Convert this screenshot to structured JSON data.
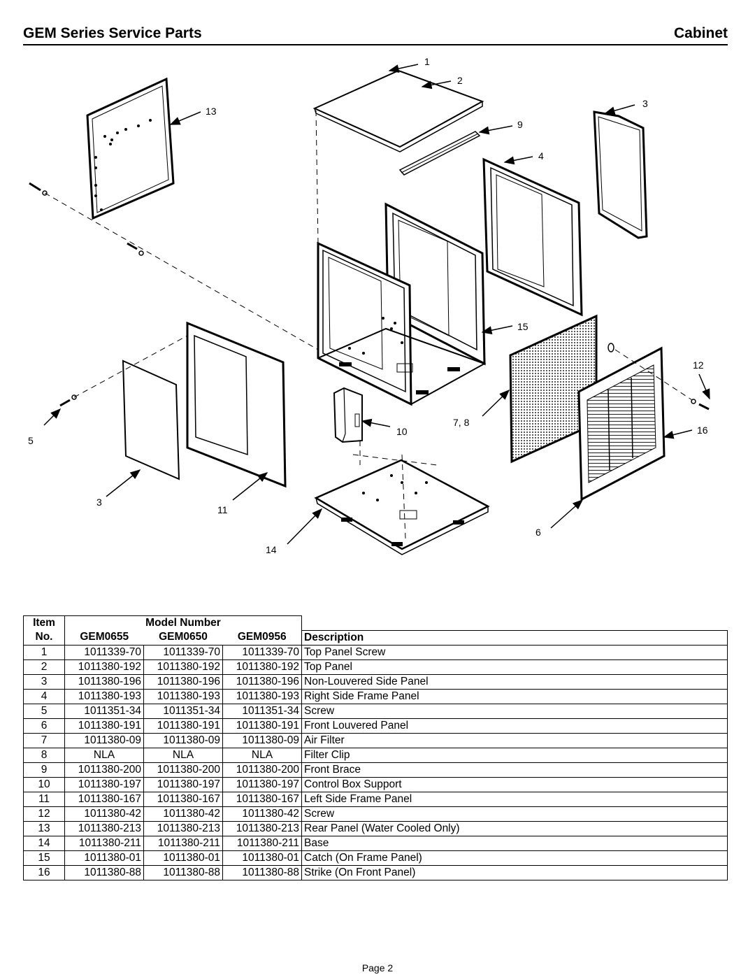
{
  "header": {
    "title": "GEM Series Service Parts",
    "section": "Cabinet"
  },
  "diagram": {
    "callouts": [
      "1",
      "2",
      "3",
      "13",
      "9",
      "4",
      "15",
      "12",
      "7, 8",
      "10",
      "16",
      "5",
      "3",
      "11",
      "6",
      "14"
    ]
  },
  "table": {
    "item_label": "Item",
    "no_label": "No.",
    "model_label": "Model Number",
    "models": [
      "GEM0655",
      "GEM0650",
      "GEM0956"
    ],
    "description_label": "Description",
    "rows": [
      {
        "item": "1",
        "m1": "1011339-70",
        "m2": "1011339-70",
        "m3": "1011339-70",
        "desc": "Top Panel Screw"
      },
      {
        "item": "2",
        "m1": "1011380-192",
        "m2": "1011380-192",
        "m3": "1011380-192",
        "desc": "Top Panel"
      },
      {
        "item": "3",
        "m1": "1011380-196",
        "m2": "1011380-196",
        "m3": "1011380-196",
        "desc": "Non-Louvered Side Panel"
      },
      {
        "item": "4",
        "m1": "1011380-193",
        "m2": "1011380-193",
        "m3": "1011380-193",
        "desc": "Right Side Frame Panel"
      },
      {
        "item": "5",
        "m1": "1011351-34",
        "m2": "1011351-34",
        "m3": "1011351-34",
        "desc": "Screw"
      },
      {
        "item": "6",
        "m1": "1011380-191",
        "m2": "1011380-191",
        "m3": "1011380-191",
        "desc": "Front Louvered Panel"
      },
      {
        "item": "7",
        "m1": "1011380-09",
        "m2": "1011380-09",
        "m3": "1011380-09",
        "desc": "Air Filter"
      },
      {
        "item": "8",
        "m1": "NLA",
        "m2": "NLA",
        "m3": "NLA",
        "desc": "Filter Clip"
      },
      {
        "item": "9",
        "m1": "1011380-200",
        "m2": "1011380-200",
        "m3": "1011380-200",
        "desc": "Front Brace"
      },
      {
        "item": "10",
        "m1": "1011380-197",
        "m2": "1011380-197",
        "m3": "1011380-197",
        "desc": "Control Box Support"
      },
      {
        "item": "11",
        "m1": "1011380-167",
        "m2": "1011380-167",
        "m3": "1011380-167",
        "desc": "Left Side Frame Panel"
      },
      {
        "item": "12",
        "m1": "1011380-42",
        "m2": "1011380-42",
        "m3": "1011380-42",
        "desc": "Screw"
      },
      {
        "item": "13",
        "m1": "1011380-213",
        "m2": "1011380-213",
        "m3": "1011380-213",
        "desc": "Rear Panel (Water Cooled Only)"
      },
      {
        "item": "14",
        "m1": "1011380-211",
        "m2": "1011380-211",
        "m3": "1011380-211",
        "desc": "Base"
      },
      {
        "item": "15",
        "m1": "1011380-01",
        "m2": "1011380-01",
        "m3": "1011380-01",
        "desc": "Catch (On Frame Panel)"
      },
      {
        "item": "16",
        "m1": "1011380-88",
        "m2": "1011380-88",
        "m3": "1011380-88",
        "desc": "Strike (On Front Panel)"
      }
    ]
  },
  "footer": {
    "page": "Page 2"
  }
}
